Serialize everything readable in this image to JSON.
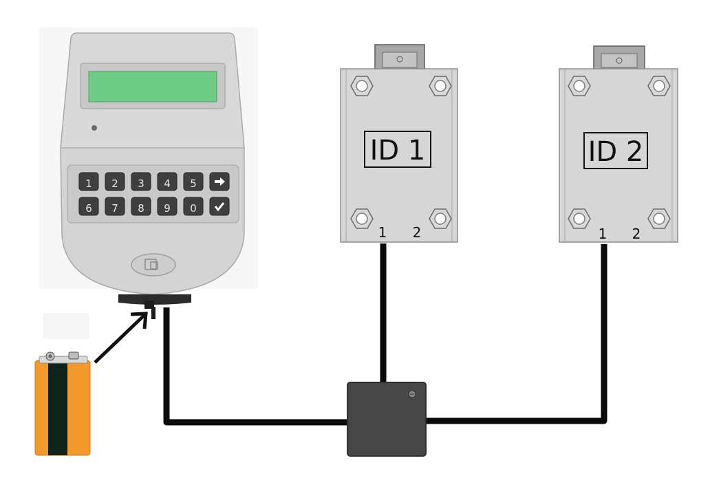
{
  "keypad": {
    "top_row": [
      "1",
      "2",
      "3",
      "4",
      "5"
    ],
    "bottom_row": [
      "6",
      "7",
      "8",
      "9",
      "0"
    ],
    "enter_icon": "arrow-right-icon",
    "confirm_icon": "checkmark-icon",
    "display_color": "#6fcc85"
  },
  "locks": [
    {
      "id_label": "ID 1",
      "pin_left": "1",
      "pin_right": "2"
    },
    {
      "id_label": "ID 2",
      "pin_left": "1",
      "pin_right": "2"
    }
  ],
  "battery": {
    "colors": {
      "body": "#f29a2e",
      "band": "#11241c"
    }
  },
  "junction_box": {
    "color": "#474747"
  },
  "cable_color": "#0a0a0a"
}
